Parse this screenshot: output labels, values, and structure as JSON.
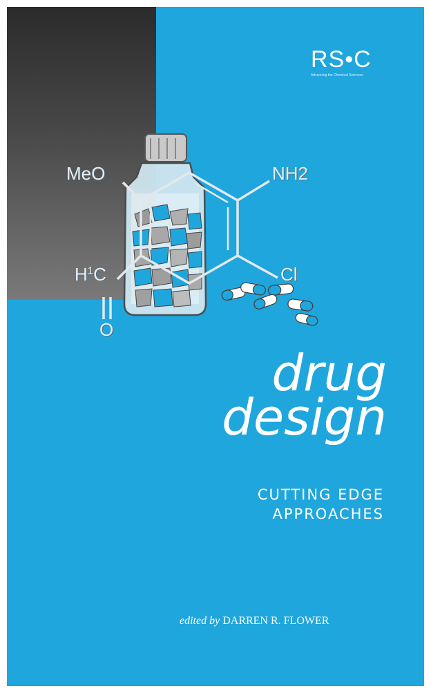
{
  "publisher": {
    "logo_text": "RS•C",
    "tagline": "Advancing the Chemical Sciences"
  },
  "molecule": {
    "methoxy": "MeO",
    "amine": "NH2",
    "chlorine": "Cl",
    "carbon_label": "H",
    "carbon_superscript": "1",
    "carbon_letter": "C",
    "oxygen": "O"
  },
  "book": {
    "title_line1": "drug",
    "title_line2": "design",
    "subtitle_line1": "CUTTING EDGE",
    "subtitle_line2": "APPROACHES",
    "editor_prefix": "edited by",
    "editor_name": "DARREN R. FLOWER"
  },
  "colors": {
    "cover_blue": "#1fa6dd",
    "dark_panel": "#3a3a3a",
    "text": "#ffffff"
  }
}
